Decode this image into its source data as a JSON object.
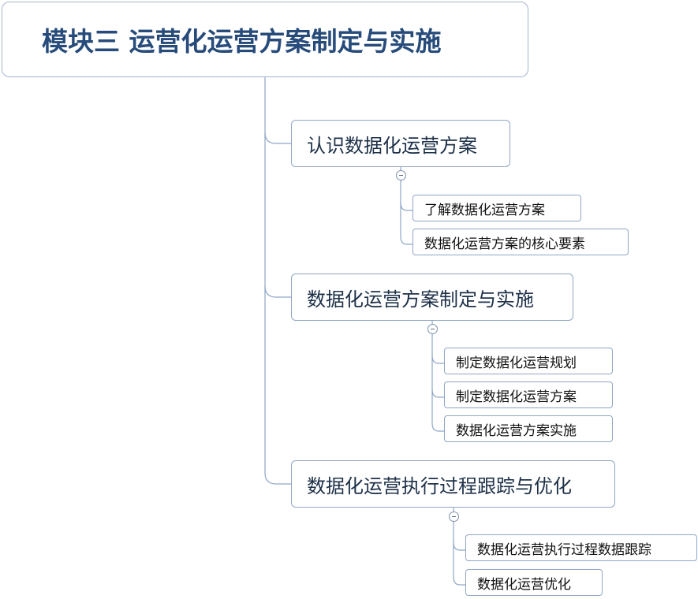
{
  "colors": {
    "connector": "#8fa6c6",
    "node_border": "#8fa6c6",
    "title_text": "#274b7a"
  },
  "root": {
    "title": "模块三 运营化运营方案制定与实施"
  },
  "topics": [
    {
      "label": "认识数据化运营方案",
      "children": [
        {
          "label": "了解数据化运营方案"
        },
        {
          "label": "数据化运营方案的核心要素"
        }
      ]
    },
    {
      "label": "数据化运营方案制定与实施",
      "children": [
        {
          "label": "制定数据化运营规划"
        },
        {
          "label": "制定数据化运营方案"
        },
        {
          "label": "数据化运营方案实施"
        }
      ]
    },
    {
      "label": "数据化运营执行过程跟踪与优化",
      "children": [
        {
          "label": "数据化运营执行过程数据跟踪"
        },
        {
          "label": "数据化运营优化"
        }
      ]
    }
  ]
}
